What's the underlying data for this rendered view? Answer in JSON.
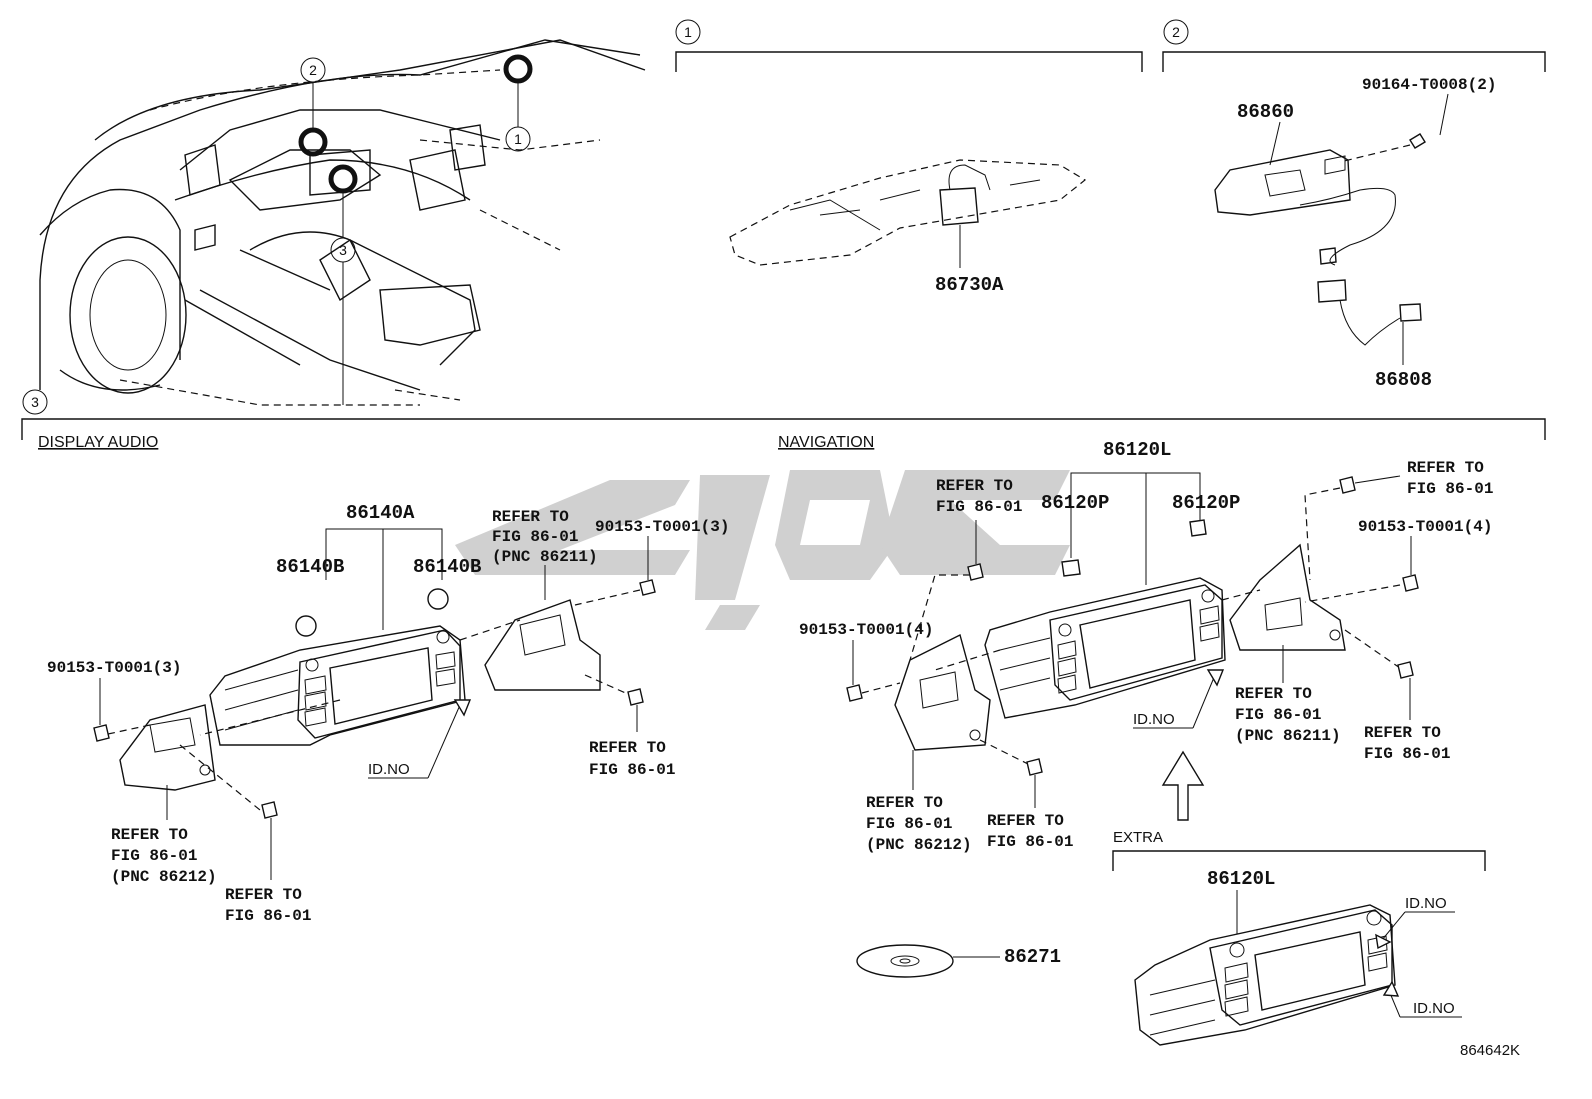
{
  "callouts": {
    "c1": "1",
    "c2": "2",
    "c3": "3"
  },
  "sections": {
    "display_audio": "DISPLAY AUDIO",
    "navigation": "NAVIGATION",
    "extra": "EXTRA"
  },
  "parts": {
    "p86730A": "86730A",
    "p86860": "86860",
    "p90164": "90164-T0008(2)",
    "p86808": "86808",
    "p86140A": "86140A",
    "p86140B_left": "86140B",
    "p86140B_right": "86140B",
    "p90153_da_left": "90153-T0001(3)",
    "p90153_da_right": "90153-T0001(3)",
    "p86120L": "86120L",
    "p86120P_left": "86120P",
    "p86120P_right": "86120P",
    "p90153_nav_left": "90153-T0001(4)",
    "p90153_nav_right": "90153-T0001(4)",
    "p86271": "86271",
    "p86120L_extra": "86120L"
  },
  "refs": {
    "r1": [
      "REFER TO",
      "FIG 86-01",
      "(PNC 86211)"
    ],
    "r2": [
      "REFER TO",
      "FIG 86-01"
    ],
    "r3": [
      "REFER TO",
      "FIG 86-01",
      "(PNC 86212)"
    ],
    "r4": [
      "REFER TO",
      "FIG 86-01"
    ],
    "r5": [
      "REFER TO",
      "FIG 86-01"
    ],
    "r6": [
      "REFER TO",
      "FIG 86-01"
    ],
    "r7": [
      "REFER TO",
      "FIG 86-01",
      "(PNC 86211)"
    ],
    "r8": [
      "REFER TO",
      "FIG 86-01"
    ],
    "r9": [
      "REFER TO",
      "FIG 86-01",
      "(PNC 86212)"
    ],
    "r10": [
      "REFER TO",
      "FIG 86-01"
    ]
  },
  "id_labels": {
    "da": "ID.NO",
    "nav": "ID.NO",
    "extra_top": "ID.NO",
    "extra_bottom": "ID.NO"
  },
  "figure_id": "864642K",
  "colors": {
    "line": "#111111",
    "watermark": "#c8c8c8"
  }
}
